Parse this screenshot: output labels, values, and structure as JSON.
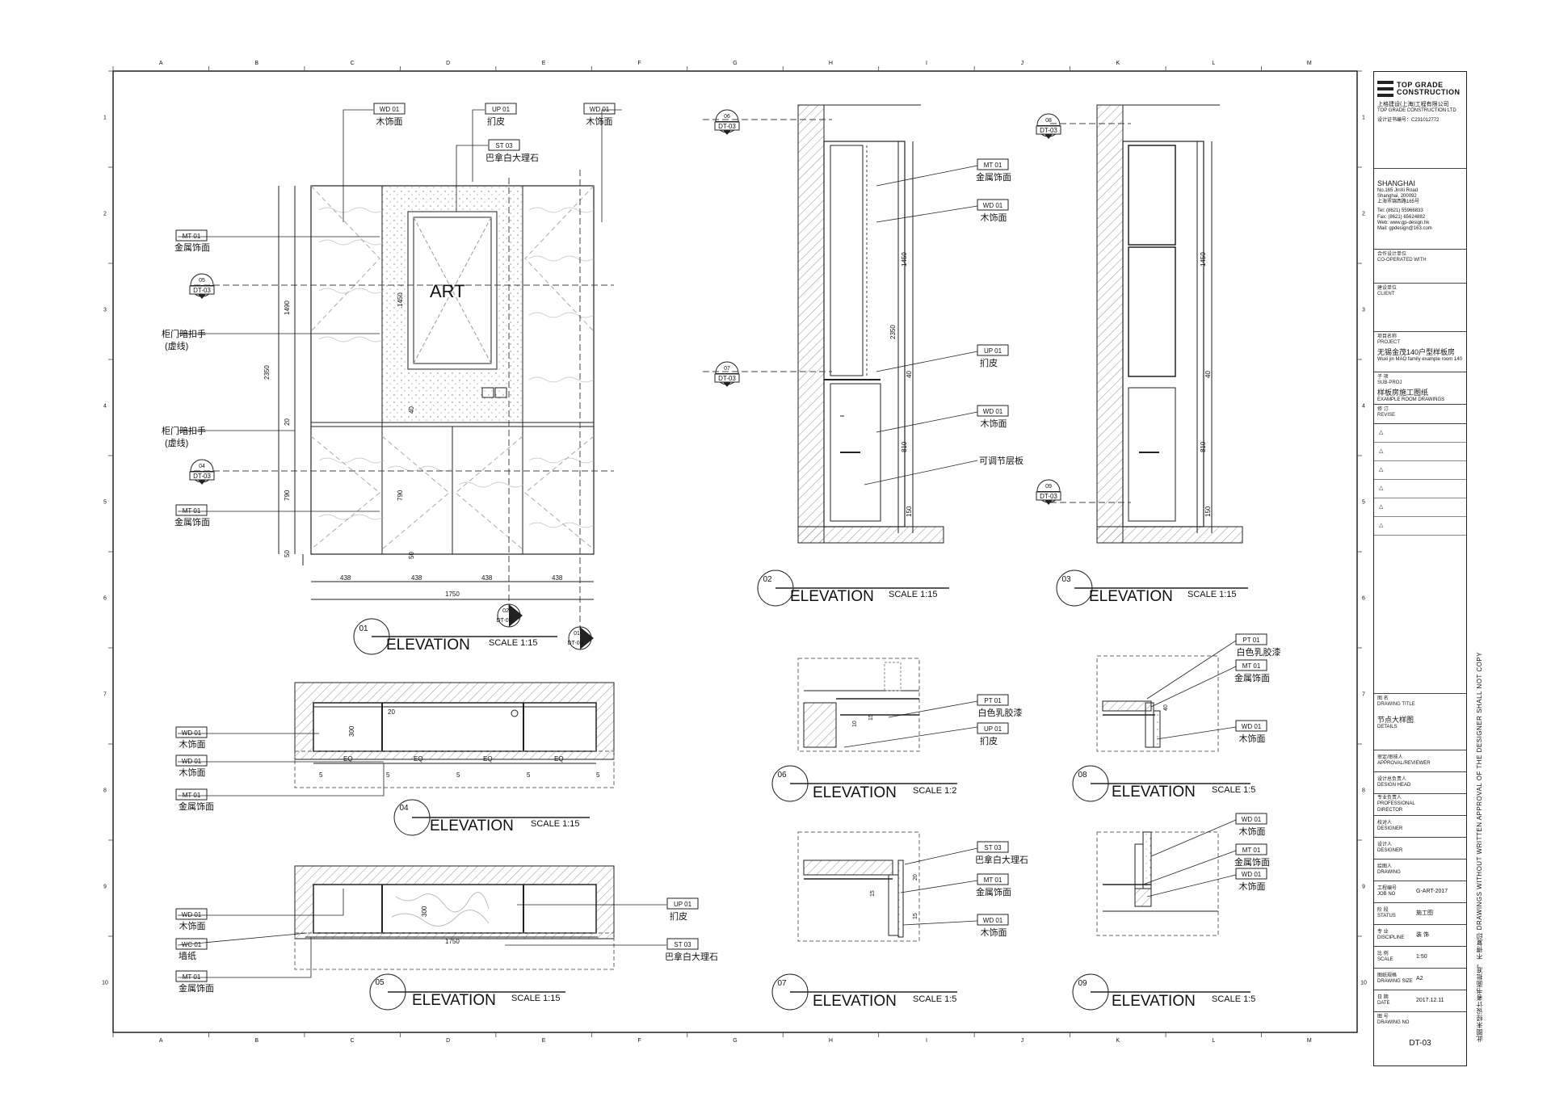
{
  "grid": {
    "cols": [
      "A",
      "B",
      "C",
      "D",
      "E",
      "F",
      "G",
      "H",
      "I",
      "J",
      "K",
      "L",
      "M"
    ],
    "rows": [
      "1",
      "2",
      "3",
      "4",
      "5",
      "6",
      "7",
      "8",
      "9",
      "10"
    ]
  },
  "views": [
    {
      "num": "01",
      "label": "ELEVATION",
      "scale": "SCALE  1:15"
    },
    {
      "num": "02",
      "label": "ELEVATION",
      "scale": "SCALE  1:15"
    },
    {
      "num": "03",
      "label": "ELEVATION",
      "scale": "SCALE  1:15"
    },
    {
      "num": "04",
      "label": "ELEVATION",
      "scale": "SCALE  1:15"
    },
    {
      "num": "05",
      "label": "ELEVATION",
      "scale": "SCALE  1:15"
    },
    {
      "num": "06",
      "label": "ELEVATION",
      "scale": "SCALE  1:2"
    },
    {
      "num": "07",
      "label": "ELEVATION",
      "scale": "SCALE  1:5"
    },
    {
      "num": "08",
      "label": "ELEVATION",
      "scale": "SCALE  1:5"
    },
    {
      "num": "09",
      "label": "ELEVATION",
      "scale": "SCALE  1:5"
    }
  ],
  "tags": {
    "wd": "WD  01",
    "up": "UP  01",
    "st": "ST  03",
    "mt": "MT  01",
    "pt": "PT  01",
    "wc": "WC  01",
    "wood": "木饰面",
    "leather": "扪皮",
    "marble": "巴拿白大理石",
    "metal": "金属饰面",
    "paint": "白色乳胶漆",
    "wallpaper": "墙纸",
    "shelf": "可调节层板",
    "handle1": "柜门暗扣手",
    "handle2": "(虚线)"
  },
  "art": "ART",
  "section_ref": "DT-03",
  "section_nums": [
    "05",
    "04",
    "02",
    "01",
    "06",
    "07",
    "08",
    "09"
  ],
  "dims": {
    "d2350": "2350",
    "d1490": "1490",
    "d1450": "1450",
    "d20": "20",
    "d790": "790",
    "d50": "50",
    "d438": "438",
    "d1750": "1750",
    "d40": "40",
    "d810": "810",
    "d150": "150",
    "d300": "300",
    "eq": "EQ",
    "d5": "5",
    "d15": "15",
    "d10": "10"
  },
  "titleblock": {
    "company_en_1": "TOP GRADE",
    "company_en_2": "CONSTRUCTION",
    "company_cn": "上格建设(上海)工程有限公司",
    "company_en_full": "TOP GRADE CONSTRUCTION LTD",
    "license": "设计证书编号：C231012772",
    "city": "SHANGHAI",
    "address_1": "No.165 JinXi Road",
    "address_2": "Shanghai, 200092",
    "address_3": "上海市锦西路165号",
    "tel": "Tel:   (8621) 55966833",
    "fax": "Fax:   (8621) 65624882",
    "web": "Web:  www.gp-design.hk",
    "mail": "Mail:  gpdesign@163.com",
    "coop_cn": "合作设计单位",
    "coop_en": "CO-OPERATED WITH",
    "client_cn": "建设单位",
    "client_en": "CLIENT",
    "project_cn": "项目名称",
    "project_en": "PROJECT",
    "project_val": "无锡金茂140户型样板房",
    "project_val_en": "Wuxi jin MAO family example room 140",
    "subproj_cn": "子 项",
    "subproj_en": "SUB-PROJ",
    "subproj_val": "样板房施工图纸",
    "subproj_val_en": "EXAMPLE ROOM DRAWINGS",
    "revise_cn": "修 订",
    "revise_en": "REVISE",
    "drawing_title_cn": "图 名",
    "drawing_title_en": "DRAWING TITLE",
    "drawing_title_val": "节点大样图",
    "drawing_title_val_en": "DETAILS",
    "approval": "审定/审核人\nAPPROVAL/REVIEWER",
    "design_head": "设计总负责人\nDESIGN HEAD",
    "prof_dir": "专业负责人\nPROFESSIONAL DIRECTOR",
    "checker": "校对人\nDESIGNER",
    "designer": "设计人\nDESIGNER",
    "drawer": "绘图人\nDRAWING",
    "job_no_k": "工程编号\nJOB NO",
    "job_no_v": "G-ART-2017",
    "status_k": "阶 段\nSTATUS",
    "status_v": "施工图",
    "disc_k": "专 业\nDISCIPLINE",
    "disc_v": "装 饰",
    "scale_k": "比 例\nSCALE",
    "scale_v": "1:50",
    "size_k": "图纸规格\nDRAWING SIZE",
    "size_v": "A2",
    "date_k": "日 期\nDATE",
    "date_v": "2017.12.11",
    "dwg_no_k": "图 号\nDRAWING NO",
    "dwg_no_v": "DT-03"
  },
  "side_note": "此图未经设计者书面批准，不得复印   DRAWINGS WITHOUT WRITTEN APPROVAL OF THE DESIGNER SHALL NOT COPY"
}
